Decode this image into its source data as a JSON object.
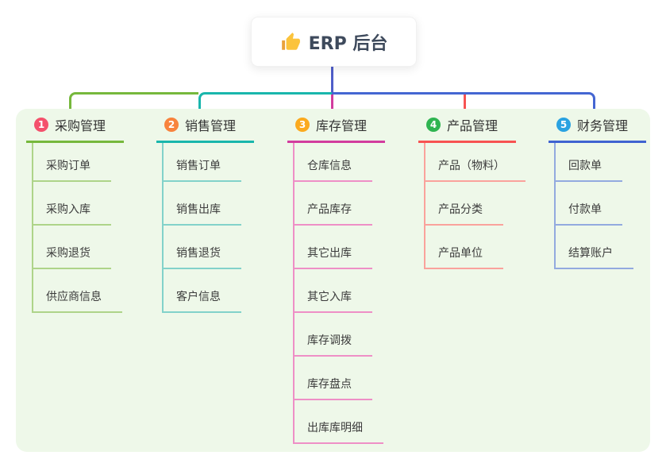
{
  "root": {
    "icon": "thumbs-up-icon",
    "title": "ERP 后台"
  },
  "colors": {
    "trunk": "#4f5ec9",
    "right_bus": "#4466d2",
    "panel_bg": "#eef8e9"
  },
  "branches": [
    {
      "num": "1",
      "title": "采购管理",
      "badge_color": "#f4516c",
      "line_color": "#76b83c",
      "light_color": "#aed489",
      "children": [
        "采购订单",
        "采购入库",
        "采购退货",
        "供应商信息"
      ]
    },
    {
      "num": "2",
      "title": "销售管理",
      "badge_color": "#f8833d",
      "line_color": "#19b6ac",
      "light_color": "#82d2ca",
      "children": [
        "销售订单",
        "销售出库",
        "销售退货",
        "客户信息"
      ]
    },
    {
      "num": "3",
      "title": "库存管理",
      "badge_color": "#fbaa1e",
      "line_color": "#d23c9e",
      "light_color": "#ee8fc6",
      "children": [
        "仓库信息",
        "产品库存",
        "其它出库",
        "其它入库",
        "库存调拨",
        "库存盘点",
        "出库库明细"
      ]
    },
    {
      "num": "4",
      "title": "产品管理",
      "badge_color": "#2fb451",
      "line_color": "#f75352",
      "light_color": "#faa29c",
      "children": [
        "产品（物料）",
        "产品分类",
        "产品单位"
      ]
    },
    {
      "num": "5",
      "title": "财务管理",
      "badge_color": "#2aa2e1",
      "line_color": "#3f63d1",
      "light_color": "#93aadf",
      "children": [
        "回款单",
        "付款单",
        "结算账户"
      ]
    }
  ]
}
